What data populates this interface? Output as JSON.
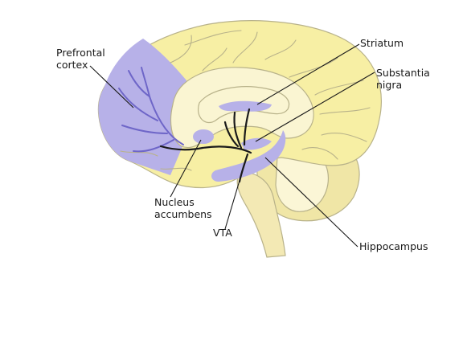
{
  "labels": {
    "prefrontal_cortex": [
      "Prefrontal",
      "cortex"
    ],
    "striatum": [
      "Striatum"
    ],
    "substantia_nigra": [
      "Substantia",
      "nigra"
    ],
    "nucleus_accumbens": [
      "Nucleus",
      "accumbens"
    ],
    "vta": [
      "VTA"
    ],
    "hippocampus": [
      "Hippocampus"
    ]
  },
  "colors": {
    "cortex": "#f7efa4",
    "inner": "#faf5d2",
    "brainstem": "#f3e9b4",
    "cerebellum": "#f0e6a6",
    "dopamine_region": "#b7b1e8",
    "pathway": "#1a1a1a"
  }
}
